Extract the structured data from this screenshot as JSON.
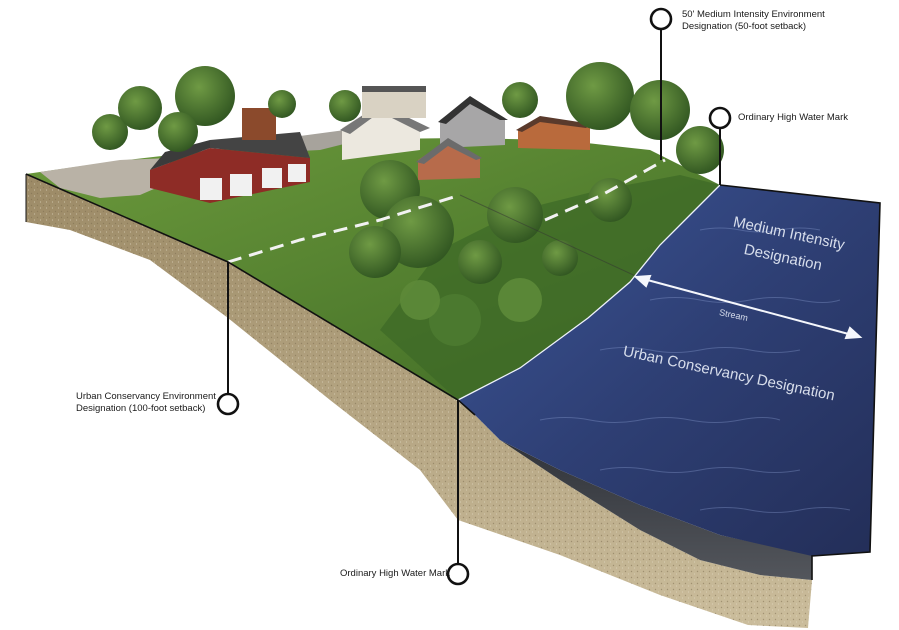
{
  "callouts": {
    "medium_env": {
      "line1": "50' Medium Intensity Environment",
      "line2": "Designation (50-foot setback)"
    },
    "ohwm_top": {
      "text": "Ordinary High Water Mark"
    },
    "urban_env": {
      "line1": "Urban Conservancy Environment",
      "line2": "Designation (100-foot setback)"
    },
    "ohwm_bottom": {
      "text": "Ordinary High Water Mark"
    }
  },
  "water_labels": {
    "medium": {
      "line1": "Medium Intensity",
      "line2": "Designation"
    },
    "stream": "Stream",
    "urban": "Urban Conservancy Designation"
  },
  "colors": {
    "water": "#2f3f72",
    "grass": "#4f7a2c",
    "soil": "#b7a47f",
    "callout": "#111111"
  }
}
